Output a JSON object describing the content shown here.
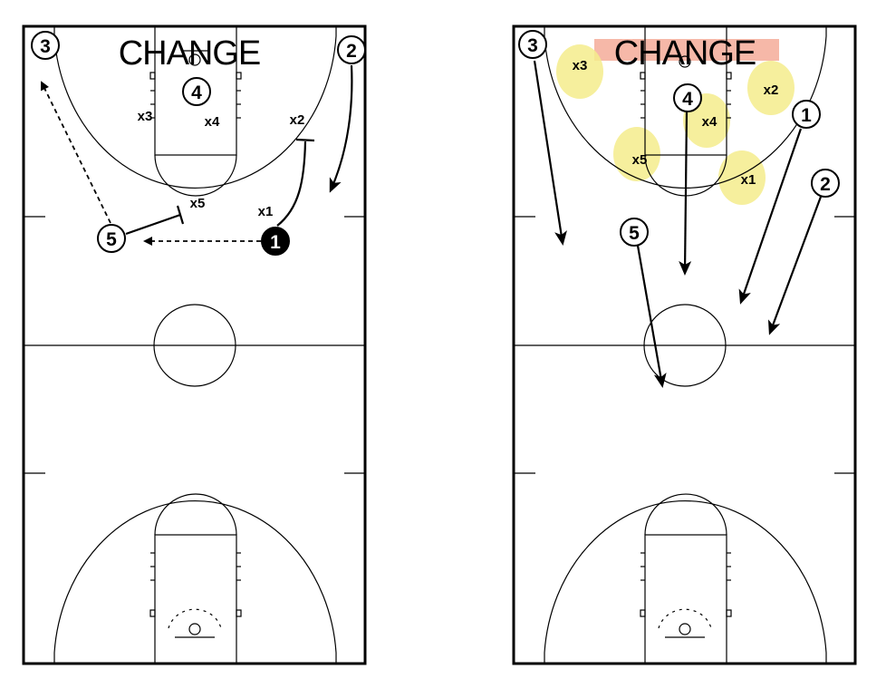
{
  "diagrams": [
    {
      "title": "CHANGE",
      "offense": [
        {
          "number": "1",
          "has_ball": true
        },
        {
          "number": "2",
          "has_ball": false
        },
        {
          "number": "3",
          "has_ball": false
        },
        {
          "number": "4",
          "has_ball": false
        },
        {
          "number": "5",
          "has_ball": false
        }
      ],
      "defense": [
        "x1",
        "x2",
        "x3",
        "x4",
        "x5"
      ]
    },
    {
      "title": "CHANGE",
      "offense": [
        {
          "number": "1",
          "has_ball": false
        },
        {
          "number": "2",
          "has_ball": false
        },
        {
          "number": "3",
          "has_ball": false
        },
        {
          "number": "4",
          "has_ball": false
        },
        {
          "number": "5",
          "has_ball": false
        }
      ],
      "defense": [
        "x1",
        "x2",
        "x3",
        "x4",
        "x5"
      ]
    }
  ],
  "colors": {
    "court_lines": "#000000",
    "highlight_zone": "#f4ec8c",
    "title_highlight": "#f6b8a8"
  }
}
